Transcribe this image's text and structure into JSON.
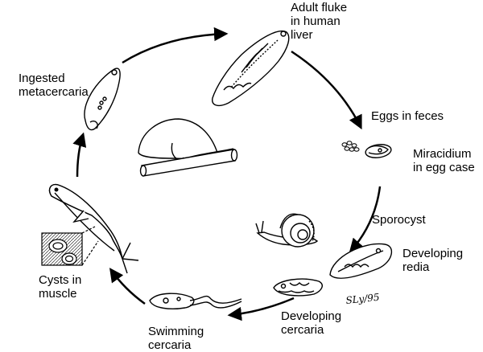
{
  "labels": {
    "adult": "Adult fluke\nin human\nliver",
    "eggs": "Eggs in feces",
    "miracidium": "Miracidium\nin egg case",
    "sporocyst": "Sporocyst",
    "redia": "Developing\nredia",
    "dev_cercaria": "Developing\ncercaria",
    "swim_cercaria": "Swimming\ncercaria",
    "cysts": "Cysts in\nmuscle",
    "metacercaria": "Ingested\nmetacercaria"
  },
  "signature": "SLy/95",
  "colors": {
    "line": "#000000",
    "background": "#ffffff"
  },
  "icons": [
    "adult-fluke-icon",
    "human-liver-icon",
    "egg-cluster-icon",
    "egg-case-icon",
    "snail-icon",
    "redia-icon",
    "developing-cercaria-icon",
    "swimming-cercaria-icon",
    "fish-icon",
    "cyst-inset-icon",
    "metacercaria-icon"
  ]
}
